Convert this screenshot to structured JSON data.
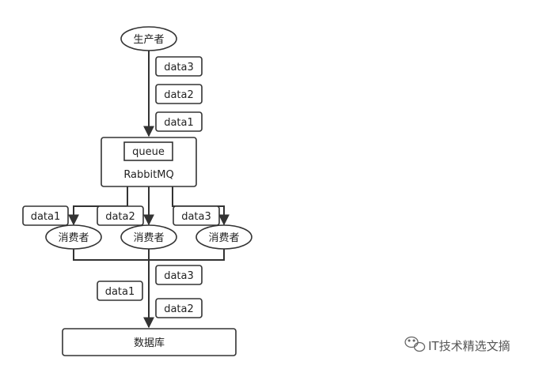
{
  "producer": {
    "label": "生产者"
  },
  "incoming_messages": [
    "data3",
    "data2",
    "data1"
  ],
  "broker": {
    "queue_label": "queue",
    "name": "RabbitMQ"
  },
  "consumers": [
    {
      "label": "消费者",
      "message": "data1"
    },
    {
      "label": "消费者",
      "message": "data2"
    },
    {
      "label": "消费者",
      "message": "data3"
    }
  ],
  "db_messages": {
    "left": [
      "data1"
    ],
    "right": [
      "data3",
      "data2"
    ]
  },
  "database": {
    "label": "数据库"
  },
  "watermark": {
    "text": "IT技术精选文摘",
    "icon": "wechat-icon"
  },
  "colors": {
    "stroke": "#333333",
    "fill": "#ffffff",
    "text": "#222222",
    "watermark": "#555555"
  }
}
